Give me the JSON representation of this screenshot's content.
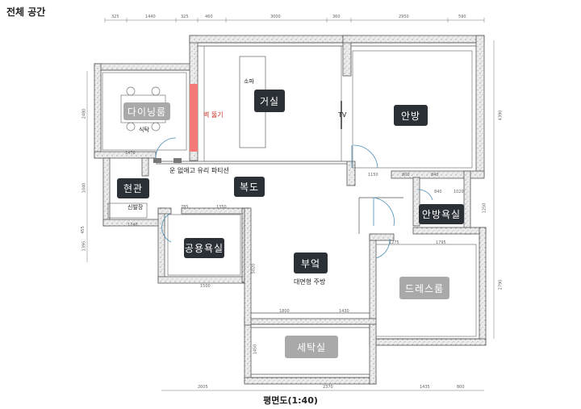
{
  "title": "전체 공간",
  "caption": "평면도(1:40)",
  "rooms": {
    "dining": "다이닝룸",
    "living": "거실",
    "master": "안방",
    "entrance": "현관",
    "hallway": "복도",
    "master_bath": "안방욕실",
    "common_bath": "공용욕실",
    "kitchen": "부엌",
    "dressroom": "드레스룸",
    "laundry": "세탁실"
  },
  "annotations": {
    "sofa": "소파",
    "tv": "TV",
    "table": "식탁",
    "wall_demolish": "벽 뚫기",
    "glass_partition": "운 없애고 유리 파티션",
    "shoe_cabinet": "신발장",
    "kitchen_type": "대면형 주방"
  },
  "dimensions": {
    "top": [
      "325",
      "1440",
      "325",
      "460",
      "3000",
      "360",
      "2950",
      "590"
    ],
    "bottom": [
      "2005",
      "1800",
      "1430",
      "2370",
      "1435",
      "800"
    ],
    "left": [
      "2480",
      "1040",
      "1395",
      "455"
    ],
    "right": [
      "4390",
      "2790",
      "1250"
    ],
    "inner": [
      "1470",
      "1240",
      "1150",
      "1350",
      "1500",
      "800",
      "785",
      "840",
      "1275",
      "1795",
      "840",
      "1020",
      "5020",
      "1450"
    ]
  },
  "colors": {
    "wall_fill": "#e9e9e9",
    "wall_stroke": "#555555",
    "demolish": "#f47a7a",
    "tag_dark": "#2b2f36",
    "tag_gray": "#a9a9a9",
    "door_arc": "#4a90b8"
  }
}
